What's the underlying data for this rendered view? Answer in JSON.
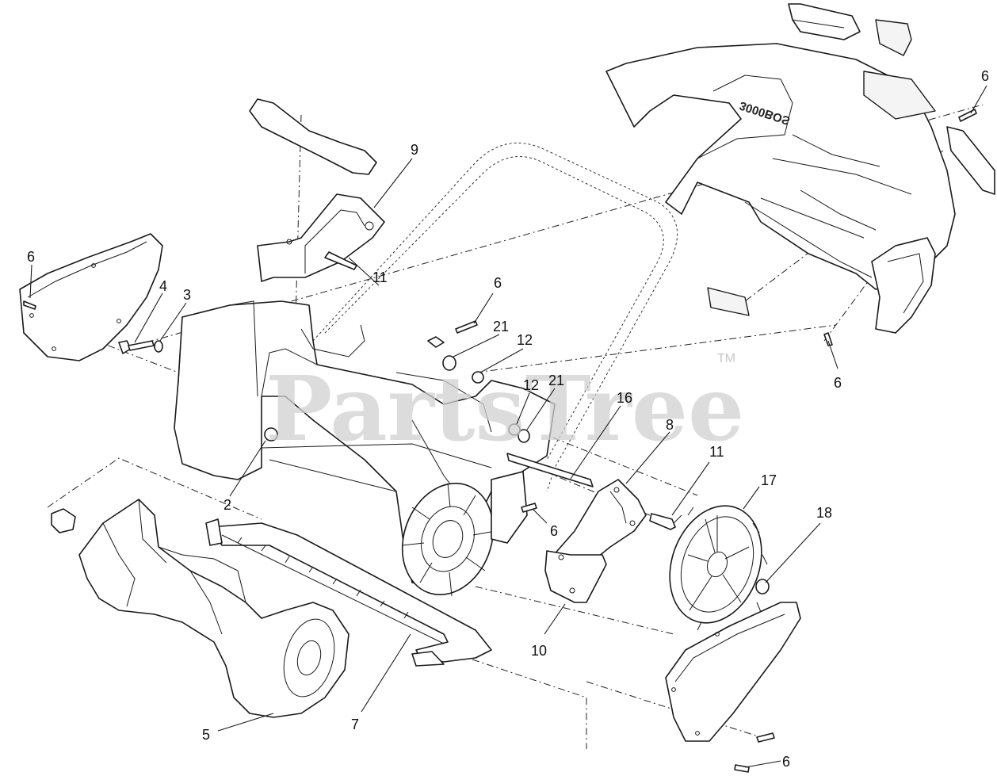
{
  "watermark": {
    "text": "PartsTree",
    "trademark": "TM"
  },
  "housing_lettering": "3000BOS",
  "callouts": [
    {
      "id": "c6a",
      "text": "6"
    },
    {
      "id": "c4",
      "text": "4"
    },
    {
      "id": "c3",
      "text": "3"
    },
    {
      "id": "c9",
      "text": "9"
    },
    {
      "id": "c11a",
      "text": "11"
    },
    {
      "id": "c6b",
      "text": "6"
    },
    {
      "id": "c21a",
      "text": "21"
    },
    {
      "id": "c12a",
      "text": "12"
    },
    {
      "id": "c12b",
      "text": "12"
    },
    {
      "id": "c21b",
      "text": "21"
    },
    {
      "id": "c16",
      "text": "16"
    },
    {
      "id": "c8",
      "text": "8"
    },
    {
      "id": "c11b",
      "text": "11"
    },
    {
      "id": "c17",
      "text": "17"
    },
    {
      "id": "c18",
      "text": "18"
    },
    {
      "id": "c2",
      "text": "2"
    },
    {
      "id": "c6c",
      "text": "6"
    },
    {
      "id": "c10",
      "text": "10"
    },
    {
      "id": "c7",
      "text": "7"
    },
    {
      "id": "c5",
      "text": "5"
    },
    {
      "id": "c6d",
      "text": "6"
    },
    {
      "id": "c6e",
      "text": "6"
    },
    {
      "id": "c6f",
      "text": "6"
    }
  ],
  "colors": {
    "line": "#1a1a1a",
    "watermark": "#d0d0d0",
    "background": "#ffffff"
  }
}
